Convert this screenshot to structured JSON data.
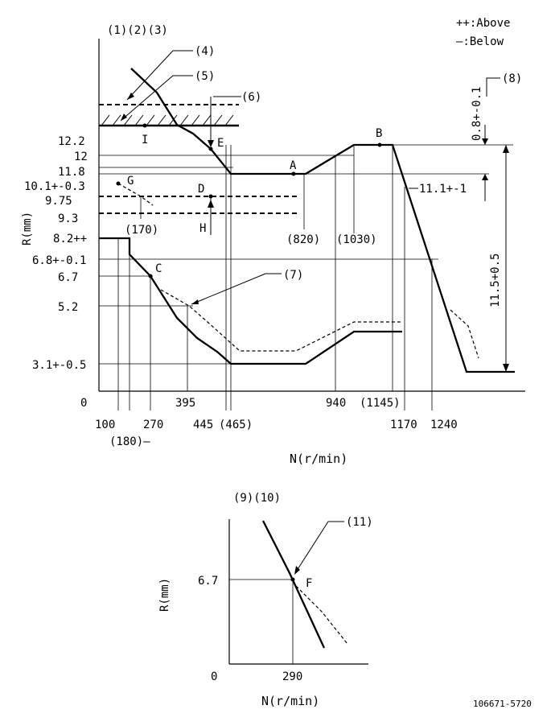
{
  "legend": {
    "above": "++:Above",
    "below": "—:Below"
  },
  "main_chart": {
    "header": "(1)(2)(3)",
    "y_axis_label": "R(mm)",
    "x_axis_label": "N(r/min)",
    "origin": "0",
    "y_ticks": [
      "12.2",
      "12",
      "11.8",
      "10.1+-0.3",
      "9.75",
      "9.3",
      "8.2++",
      "6.8+-0.1",
      "6.7",
      "5.2",
      "3.1+-0.5"
    ],
    "x_ticks": [
      "100",
      "(180)—",
      "270",
      "395",
      "445",
      "(465)",
      "940",
      "(1145)",
      "1170",
      "1240"
    ],
    "inner_labels": [
      "(170)",
      "(820)",
      "(1030)"
    ],
    "points": [
      "A",
      "B",
      "C",
      "D",
      "E",
      "G",
      "H",
      "I"
    ],
    "callouts": [
      "(4)",
      "(5)",
      "(6)",
      "(7)",
      "(8)"
    ],
    "right_labels": {
      "droop": "11.1+-1",
      "span": "11.5+0.5",
      "gap": "0.8+-0.1"
    }
  },
  "sub_chart": {
    "header": "(9)(10)",
    "y_axis_label": "R(mm)",
    "x_axis_label": "N(r/min)",
    "origin": "0",
    "y_tick": "6.7",
    "x_tick": "290",
    "point": "F",
    "callout": "(11)"
  },
  "doc_id": "106671-5720"
}
